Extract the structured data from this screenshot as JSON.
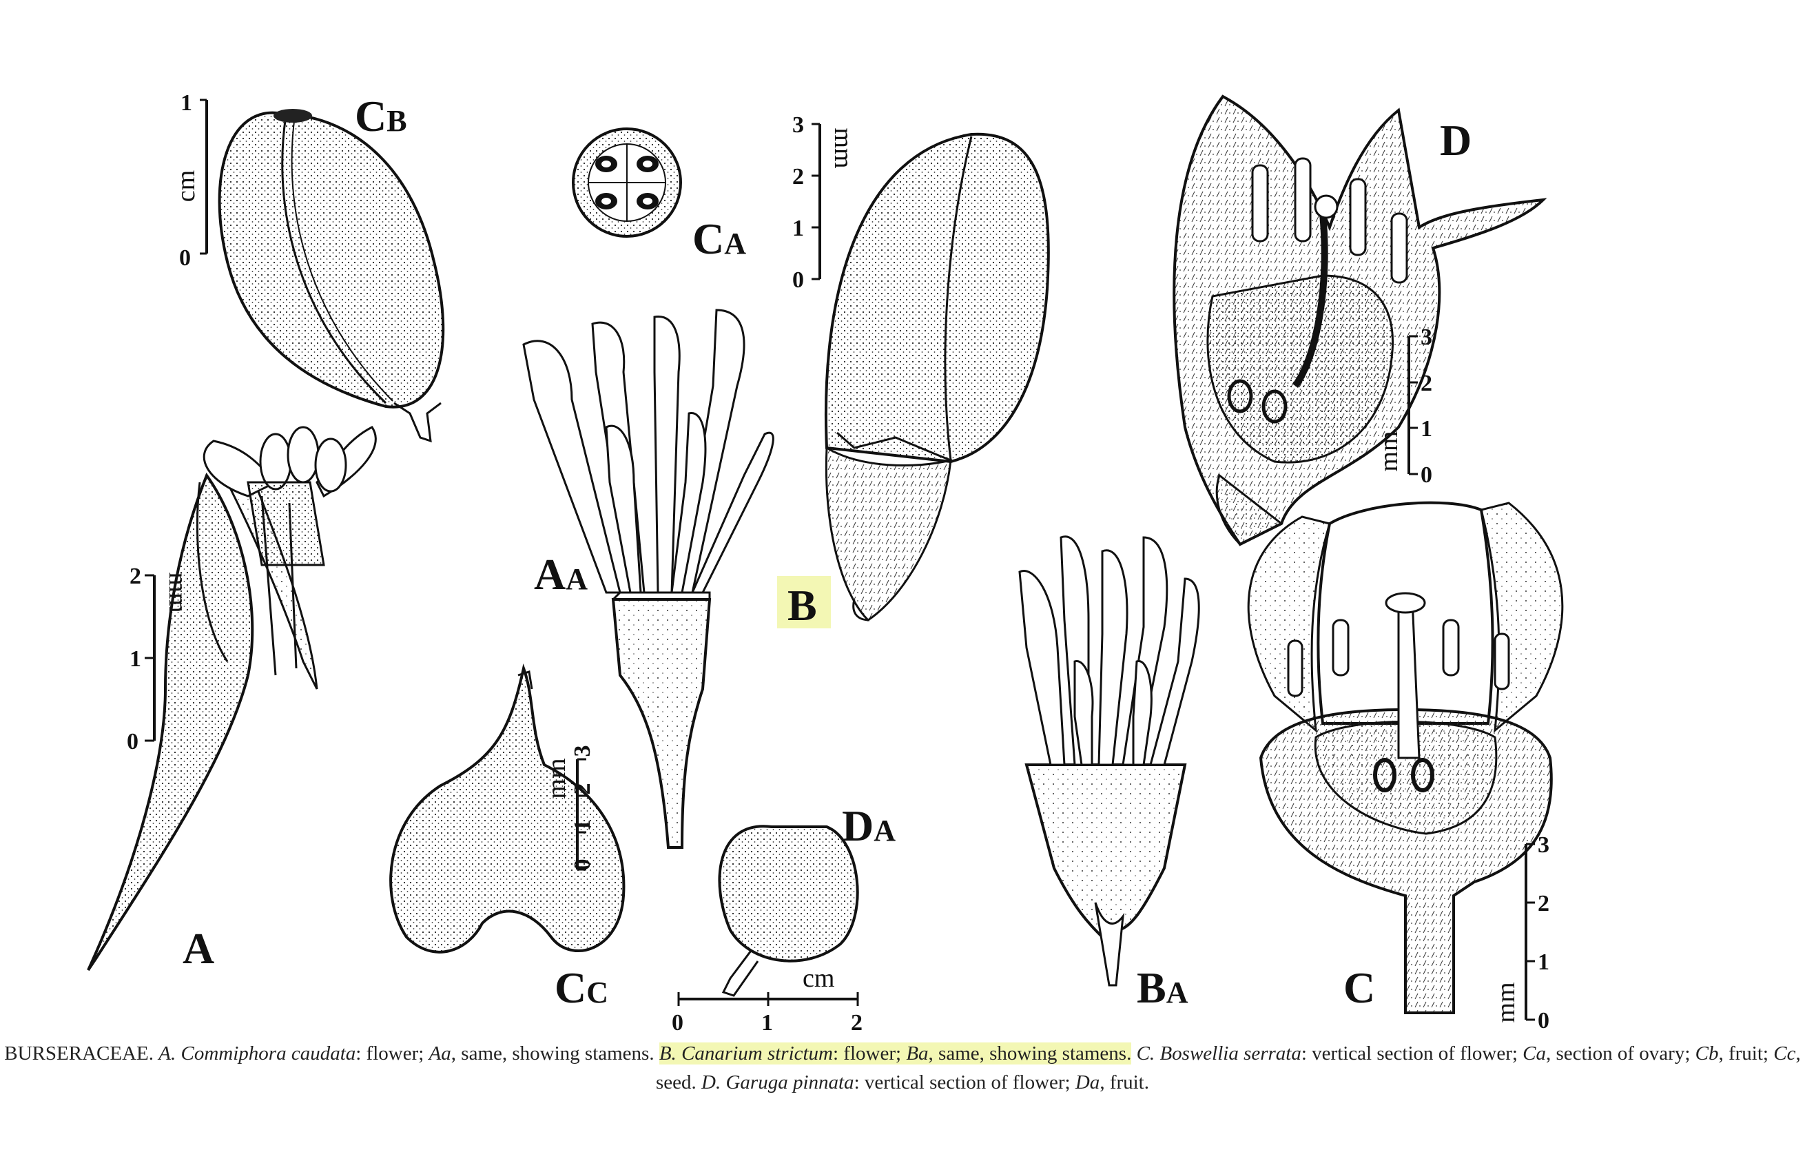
{
  "labels": {
    "cb": {
      "main": "C",
      "sub": "B"
    },
    "ca": {
      "main": "C",
      "sub": "A"
    },
    "aa": {
      "main": "A",
      "sub": "A"
    },
    "a": {
      "main": "A",
      "sub": ""
    },
    "b": {
      "main": "B",
      "sub": ""
    },
    "ba": {
      "main": "B",
      "sub": "A"
    },
    "c": {
      "main": "C",
      "sub": ""
    },
    "cc": {
      "main": "C",
      "sub": "C"
    },
    "d": {
      "main": "D",
      "sub": ""
    },
    "da": {
      "main": "D",
      "sub": "A"
    }
  },
  "scales": {
    "cb": {
      "unit": "cm",
      "ticks": [
        "1",
        "0"
      ]
    },
    "b": {
      "unit": "mm",
      "ticks": [
        "3",
        "2",
        "1",
        "0"
      ]
    },
    "a": {
      "unit": "mm",
      "ticks": [
        "2",
        "1",
        "0"
      ]
    },
    "cc": {
      "unit": "mm",
      "ticks": [
        "3",
        "2",
        "1",
        "0"
      ]
    },
    "d": {
      "unit": "mm",
      "ticks": [
        "3",
        "2",
        "1",
        "0"
      ]
    },
    "c": {
      "unit": "mm",
      "ticks": [
        "3",
        "2",
        "1",
        "0"
      ]
    },
    "da": {
      "unit": "cm",
      "ticks": [
        "0",
        "1",
        "2"
      ]
    }
  },
  "highlight_color": "#f3f7b4",
  "caption": {
    "family": "BURSERACEAE.",
    "a_letter": "A.",
    "a_species": "Commiphora caudata",
    "a_text": ": flower;",
    "aa_letter": "Aa",
    "aa_text": ", same, showing stamens.",
    "b_letter": "B.",
    "b_species": "Canarium strictum",
    "b_text": ": flower;",
    "ba_letter": "Ba",
    "ba_text": ", same, showing stamens.",
    "c_letter": "C.",
    "c_species": "Boswellia serrata",
    "c_text": ": vertical section of flower;",
    "ca_letter": "Ca",
    "ca_text": ", section of ovary;",
    "cb_letter": "Cb",
    "cb_text": ", fruit;",
    "cc_letter": "Cc",
    "cc_text": ", seed.",
    "d_letter": "D.",
    "d_species": "Garuga pinnata",
    "d_text": ": vertical section of flower;",
    "da_letter": "Da",
    "da_text": ", fruit."
  }
}
